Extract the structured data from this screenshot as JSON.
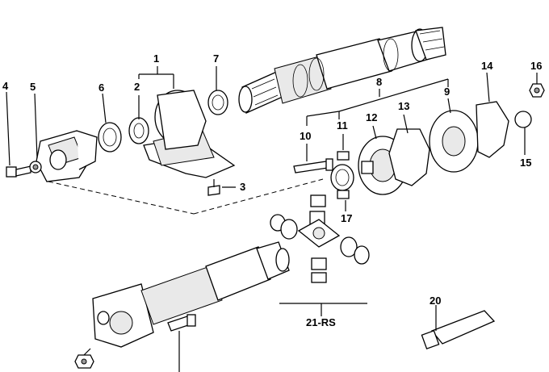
{
  "labels": {
    "l1": "1",
    "l2": "2",
    "l3": "3",
    "l4": "4",
    "l5": "5",
    "l6": "6",
    "l7": "7",
    "l8": "8",
    "l9": "9",
    "l10": "10",
    "l11": "11",
    "l12": "12",
    "l13": "13",
    "l14": "14",
    "l15": "15",
    "l16": "16",
    "l17": "17",
    "l20": "20",
    "l21": "21-RS"
  }
}
